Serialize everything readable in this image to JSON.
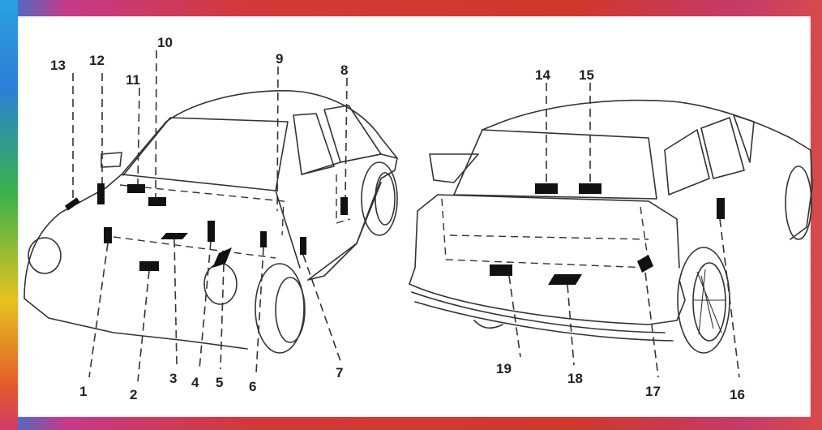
{
  "callouts": [
    {
      "id": "c1",
      "text": "1"
    },
    {
      "id": "c2",
      "text": "2"
    },
    {
      "id": "c3",
      "text": "3"
    },
    {
      "id": "c4",
      "text": "4"
    },
    {
      "id": "c5",
      "text": "5"
    },
    {
      "id": "c6",
      "text": "6"
    },
    {
      "id": "c7",
      "text": "7"
    },
    {
      "id": "c8",
      "text": "8"
    },
    {
      "id": "c9",
      "text": "9"
    },
    {
      "id": "c10",
      "text": "10"
    },
    {
      "id": "c11",
      "text": "11"
    },
    {
      "id": "c12",
      "text": "12"
    },
    {
      "id": "c13",
      "text": "13"
    },
    {
      "id": "c14",
      "text": "14"
    },
    {
      "id": "c15",
      "text": "15"
    },
    {
      "id": "c16",
      "text": "16"
    },
    {
      "id": "c17",
      "text": "17"
    },
    {
      "id": "c18",
      "text": "18"
    },
    {
      "id": "c19",
      "text": "19"
    }
  ],
  "colors": {
    "line": "#333333",
    "marker": "#111111",
    "background": "#ffffff"
  }
}
